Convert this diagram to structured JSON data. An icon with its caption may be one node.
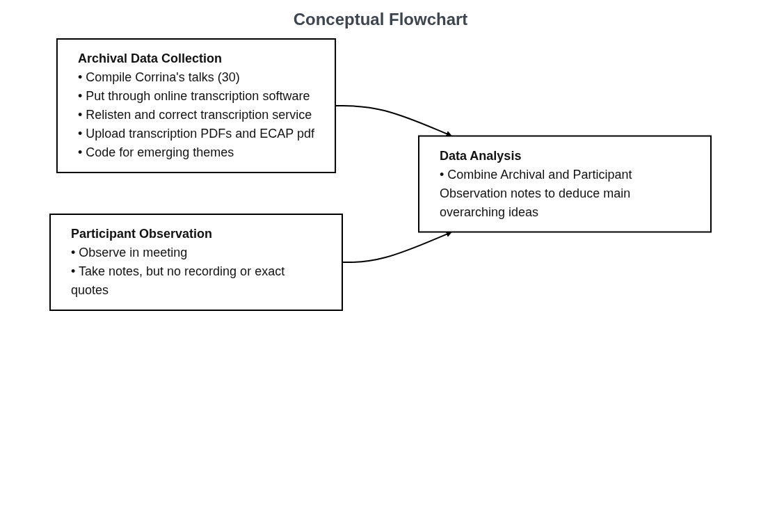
{
  "diagram": {
    "title": "Conceptual Flowchart",
    "nodes": [
      {
        "text": [
          "Archival Data Collection",
          "• Compile Corrina's talks (30)",
          "• Put through online transcription software",
          "• Relisten and correct transcription service",
          "• Upload transcription PDFs and ECAP pdf",
          "• Code for emerging themes"
        ]
      },
      {
        "text": [
          "Participant Observation",
          "• Observe in meeting",
          "• Take notes, but no recording or exact quotes"
        ]
      },
      {
        "text": [
          "Data Analysis",
          "• Combine Archival and Participant Observation notes to deduce main overarching ideas"
        ]
      }
    ],
    "edges": [
      {
        "from": 0,
        "to": 2,
        "arrow": "to"
      },
      {
        "from": 1,
        "to": 2,
        "arrow": "to"
      }
    ]
  }
}
